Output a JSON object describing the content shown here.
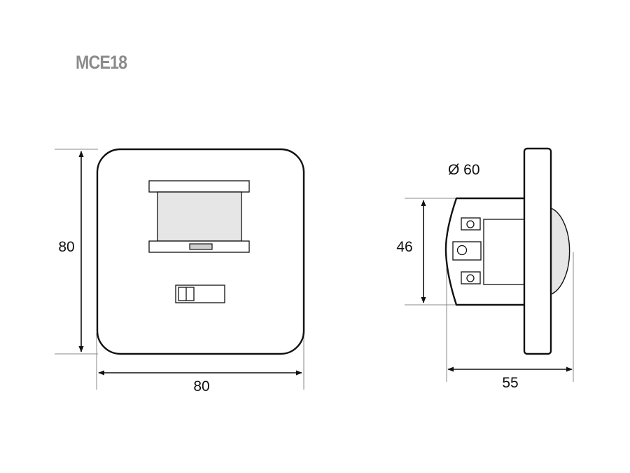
{
  "title": "MCE18",
  "front_view": {
    "height_label": "80",
    "width_label": "80"
  },
  "side_view": {
    "diameter_label": "Ø 60",
    "height_label": "46",
    "depth_label": "55"
  },
  "colors": {
    "title": "#8c8c8c",
    "outline": "#111111",
    "lens": "#e6e6e6",
    "extension_line": "#8a8a8a"
  }
}
